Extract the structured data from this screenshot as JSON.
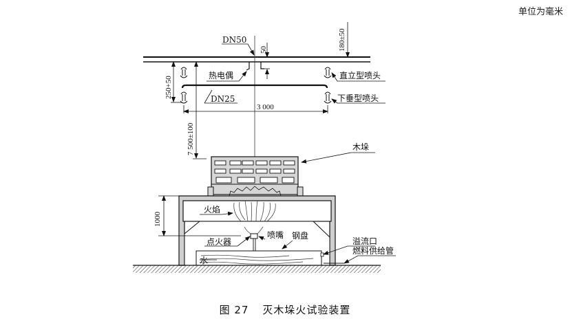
{
  "unit_note": "单位为毫米",
  "caption": {
    "figure_label": "图 27",
    "title": "灭木垛火试验装置"
  },
  "labels": {
    "dn50": "DN50",
    "dn25": "DN25",
    "thermocouple": "热电偶",
    "upright_sprinkler": "直立型喷头",
    "pendent_sprinkler": "下垂型喷头",
    "wood_crib": "木垛",
    "flame": "火焰",
    "igniter": "点火器",
    "nozzle": "喷嘴",
    "steel_pan": "钢盘",
    "water": "水",
    "overflow": "溢流口",
    "fuel_supply_pipe": "燃料供给管"
  },
  "dimensions": {
    "pipe_offset": "50",
    "ceiling_gap": "180±50",
    "sprinkler_drop": "250+50",
    "sprinkler_spacing": "3 000",
    "crib_height": "7 500±100",
    "stand_height": "1000"
  }
}
